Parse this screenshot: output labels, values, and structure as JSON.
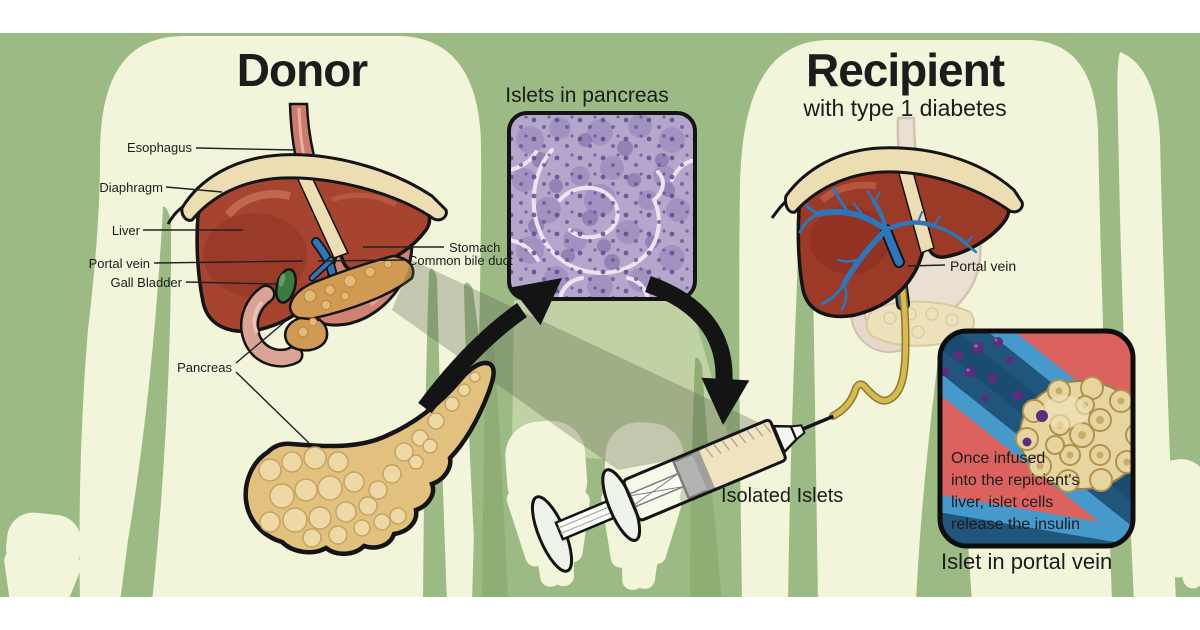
{
  "donor": {
    "title": "Donor",
    "labels": {
      "esophagus": "Esophagus",
      "diaphragm": "Diaphragm",
      "liver": "Liver",
      "portal_vein": "Portal vein",
      "gall_bladder": "Gall Bladder",
      "stomach": "Stomach",
      "common_bile_duct": "Common bile duct",
      "pancreas": "Pancreas"
    }
  },
  "islets_panel": {
    "title": "Islets in pancreas"
  },
  "syringe": {
    "label": "Isolated Islets"
  },
  "recipient": {
    "title": "Recipient",
    "subtitle": "with type 1 diabetes",
    "labels": {
      "portal_vein": "Portal vein"
    }
  },
  "inset": {
    "text": "Once infused into the repicient's liver, islet cells release the insulin",
    "lines": [
      "Once infused",
      "into the repicient's",
      "liver, islet cells",
      "release the insulin"
    ],
    "caption": "Islet in portal vein"
  },
  "colors": {
    "background_green": "#9cbb84",
    "body_silhouette": "#f2f5da",
    "liver_red": "#a64430",
    "pancreas_yellow": "#e2c07e",
    "micrograph_purple": "#b5a7cb",
    "vein_blue": "#2c77bb",
    "catheter_yellow": "#d9ba50",
    "inset_red": "#dc6260",
    "inset_vessel_dark_blue": "#20567c",
    "inset_vessel_light_blue": "#4599cb",
    "insulin_dot_purple": "#5b2d7f",
    "arrow_black": "#141414"
  }
}
